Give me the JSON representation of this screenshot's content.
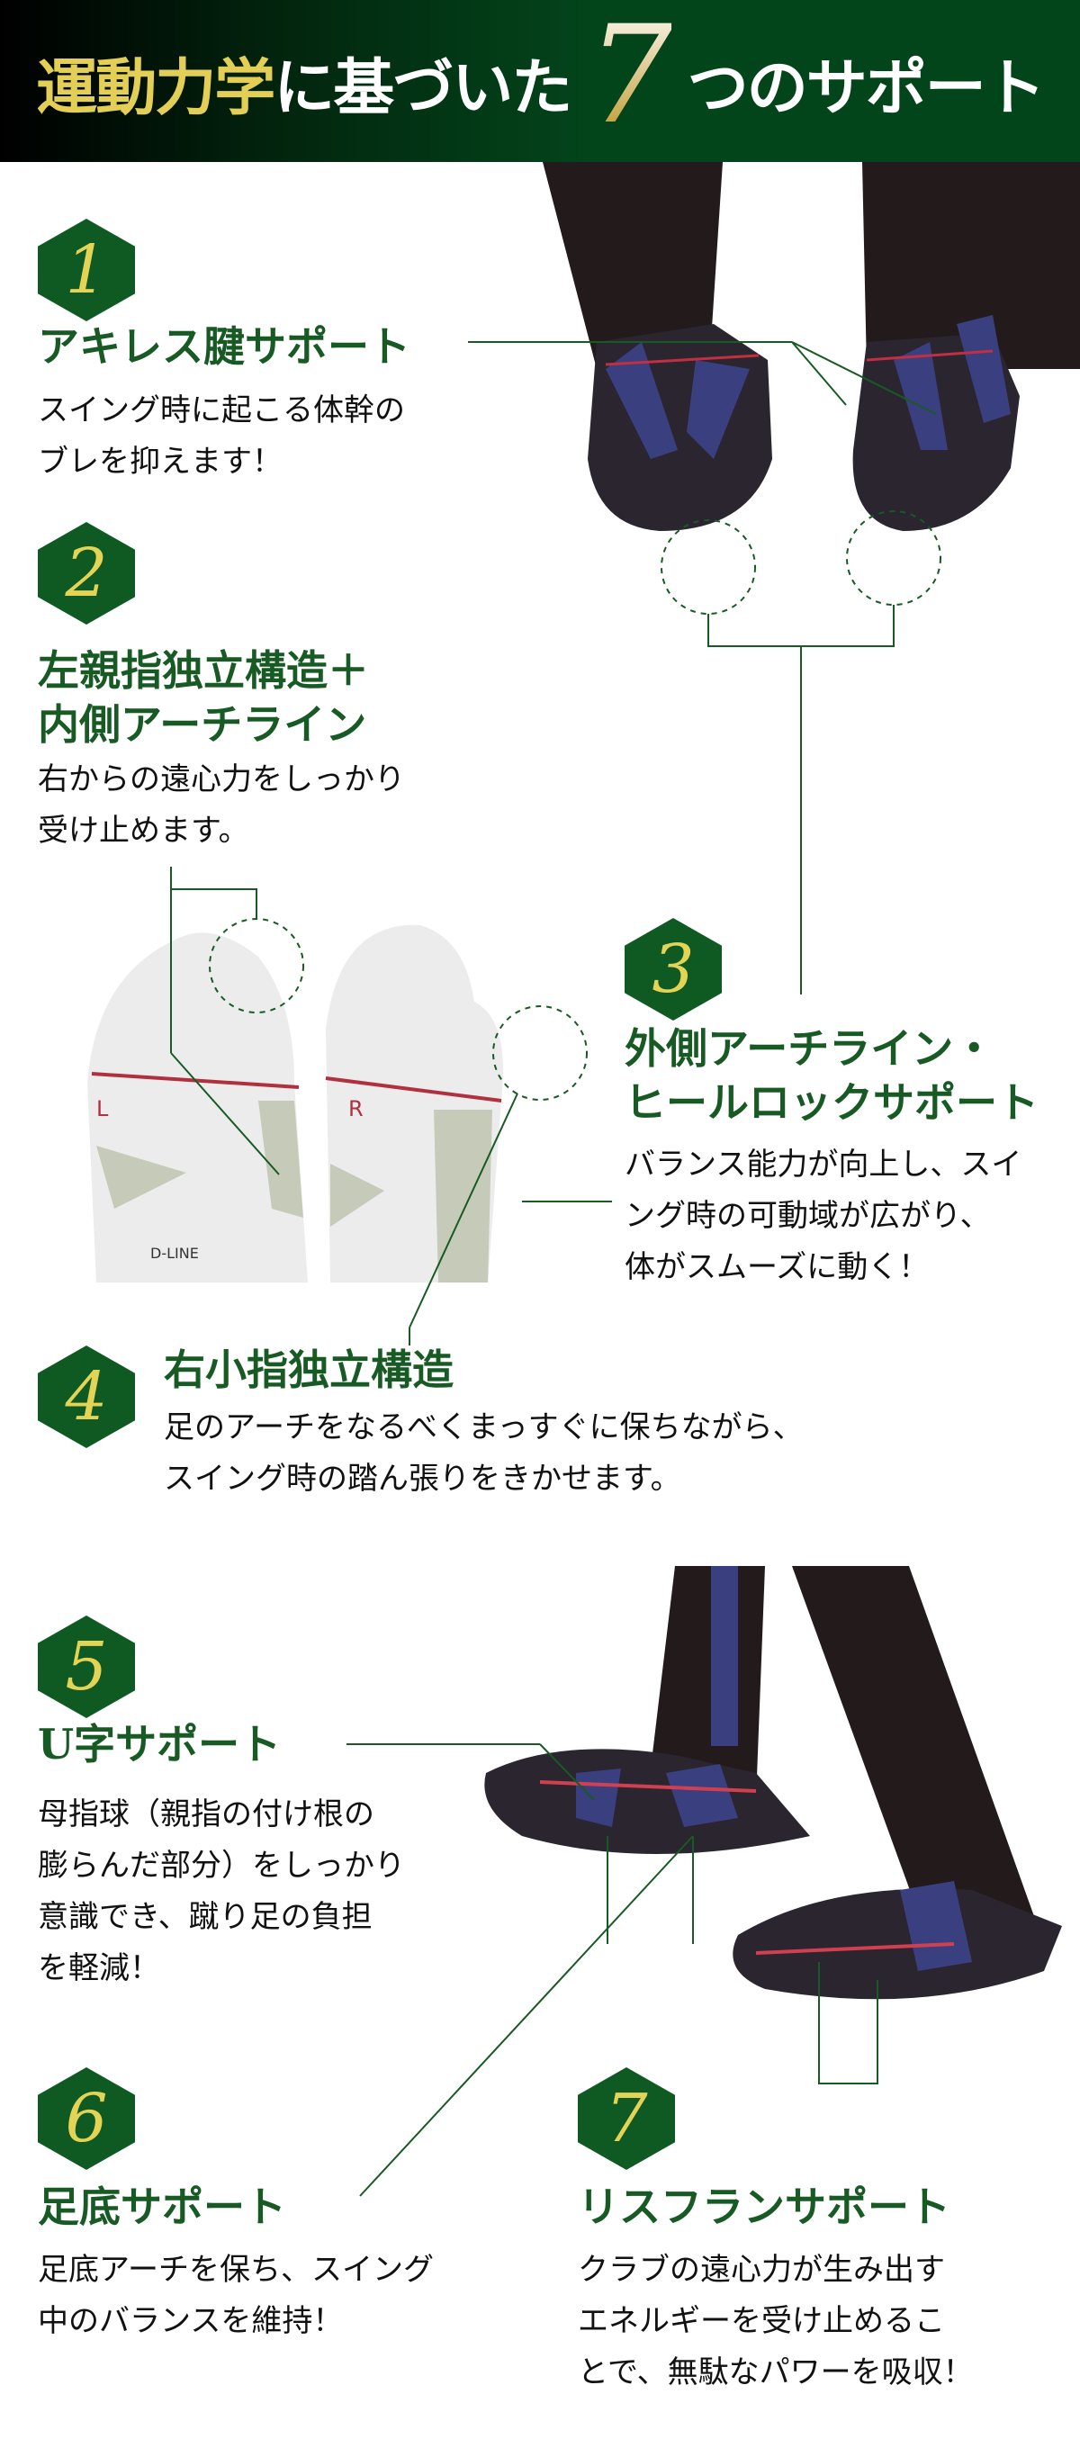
{
  "header": {
    "title_gold": "運動力学",
    "title_white_1": "に基づいた",
    "title_number": "7",
    "title_white_2": "つのサポート"
  },
  "colors": {
    "header_green": "#03451b",
    "hex_green": "#0f5a22",
    "number_yellow": "#e3d455",
    "title_green": "#175a24",
    "title_gold": "#e3cf55"
  },
  "sections": [
    {
      "number": "1",
      "title_lines": [
        "アキレス腱サポート"
      ],
      "body_lines": [
        "スイング時に起こる体幹の",
        "ブレを抑えます！"
      ]
    },
    {
      "number": "2",
      "title_lines": [
        "左親指独立構造＋",
        "内側アーチライン"
      ],
      "body_lines": [
        "右からの遠心力をしっかり",
        "受け止めます。"
      ]
    },
    {
      "number": "3",
      "title_lines": [
        "外側アーチライン・",
        "ヒールロックサポート"
      ],
      "body_lines": [
        "バランス能力が向上し、スイ",
        "ング時の可動域が広がり、",
        "体がスムーズに動く！"
      ]
    },
    {
      "number": "4",
      "title_lines": [
        "右小指独立構造"
      ],
      "body_lines": [
        "足のアーチをなるべくまっすぐに保ちながら、",
        "スイング時の踏ん張りをきかせます。"
      ]
    },
    {
      "number": "5",
      "title_lines": [
        "U字サポート"
      ],
      "body_lines": [
        "母指球（親指の付け根の",
        "膨らんだ部分）をしっかり",
        "意識でき、蹴り足の負担",
        "を軽減！"
      ]
    },
    {
      "number": "6",
      "title_lines": [
        "足底サポート"
      ],
      "body_lines": [
        "足底アーチを保ち、スイング",
        "中のバランスを維持！"
      ]
    },
    {
      "number": "7",
      "title_lines": [
        "リスフランサポート"
      ],
      "body_lines": [
        "クラブの遠心力が生み出す",
        "エネルギーを受け止めるこ",
        "とで、無駄なパワーを吸収！"
      ]
    }
  ],
  "photos": {
    "sock_labels": {
      "left": "L",
      "right": "R",
      "brand": "D-LINE"
    }
  }
}
